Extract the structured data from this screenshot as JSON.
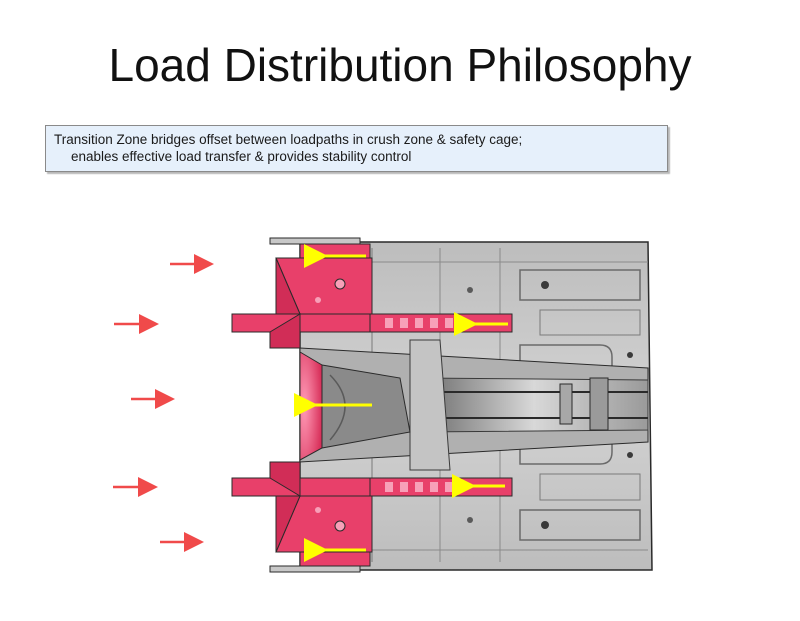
{
  "slide": {
    "title": "Load Distribution Philosophy",
    "callout": {
      "line1": "Transition Zone bridges offset between loadpaths in crush zone & safety cage;",
      "line2": "enables effective load transfer & provides stability control"
    }
  },
  "figure": {
    "subject": "vehicle underbody structure (top view) with front rails, transition zone and floor",
    "impact_arrow_color": "#f04a4a",
    "load_arrow_color": "#ffff00",
    "highlight_color": "#e8406a",
    "structure_color": "#c8c8c8",
    "outline_color": "#2a2a2a"
  }
}
